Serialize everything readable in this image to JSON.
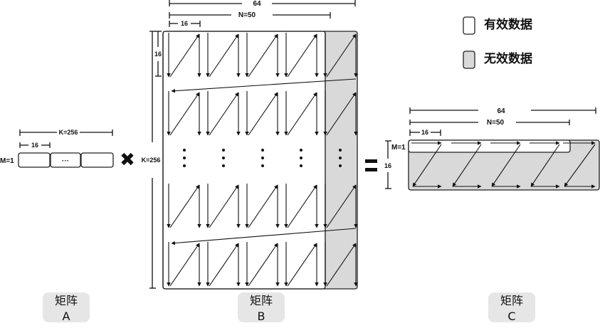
{
  "legend": {
    "valid": "有效数据",
    "invalid": "无效数据"
  },
  "matrix_a": {
    "k_label": "K=256",
    "tile_label": "16",
    "m_label": "M=1",
    "ellipsis": "···",
    "tag_top": "矩阵",
    "tag_bottom": "A"
  },
  "matrix_b": {
    "width_total": "64",
    "n_label": "N=50",
    "tile_w": "16",
    "tile_h": "16",
    "k_label": "K=256",
    "tag_top": "矩阵",
    "tag_bottom": "B"
  },
  "matrix_c": {
    "width_total": "64",
    "n_label": "N=50",
    "tile_w": "16",
    "m_label": "M=1",
    "height": "16",
    "tag_top": "矩阵",
    "tag_bottom": "C"
  },
  "operators": {
    "times": "✖",
    "equals": "="
  }
}
